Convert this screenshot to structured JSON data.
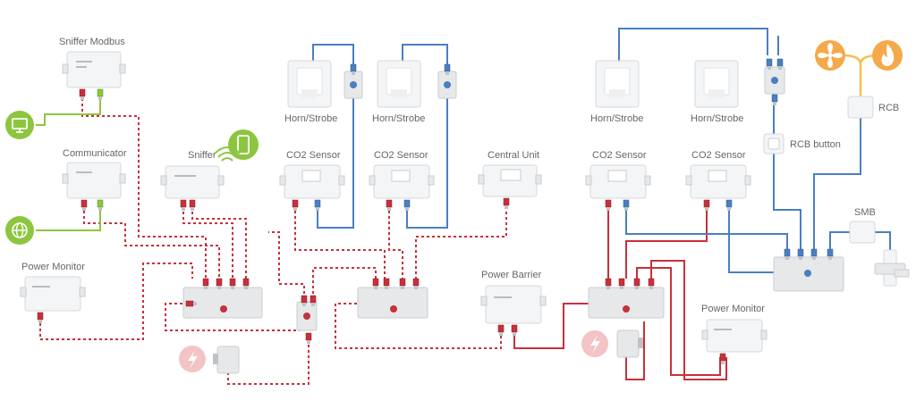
{
  "labels": {
    "sniffer_modbus": "Sniffer Modbus",
    "communicator": "Communicator",
    "power_monitor_left": "Power Monitor",
    "sniffer": "Sniffer",
    "horn_strobe_1": "Horn/Strobe",
    "horn_strobe_2": "Horn/Strobe",
    "horn_strobe_3": "Horn/Strobe",
    "horn_strobe_4": "Horn/Strobe",
    "co2_sensor_1": "CO2 Sensor",
    "co2_sensor_2": "CO2 Sensor",
    "co2_sensor_3": "CO2 Sensor",
    "co2_sensor_4": "CO2 Sensor",
    "central_unit": "Central Unit",
    "power_barrier": "Power Barrier",
    "power_monitor_right": "Power Monitor",
    "rcb": "RCB",
    "rcb_button": "RCB button",
    "smb": "SMB"
  },
  "colors": {
    "red_wire": "#c8303a",
    "blue_wire": "#4a7fc1",
    "green_wire": "#8cc63f",
    "yellow_wire": "#f5c04a",
    "green_icon": "#8cc63f",
    "orange_icon": "#f5a94a",
    "pink_icon": "#f2c4c6"
  },
  "icons": {
    "monitor": "monitor-icon",
    "globe": "globe-icon",
    "phone": "phone-wifi-icon",
    "fan": "fan-icon",
    "flame": "flame-icon",
    "power": "lightning-icon"
  }
}
